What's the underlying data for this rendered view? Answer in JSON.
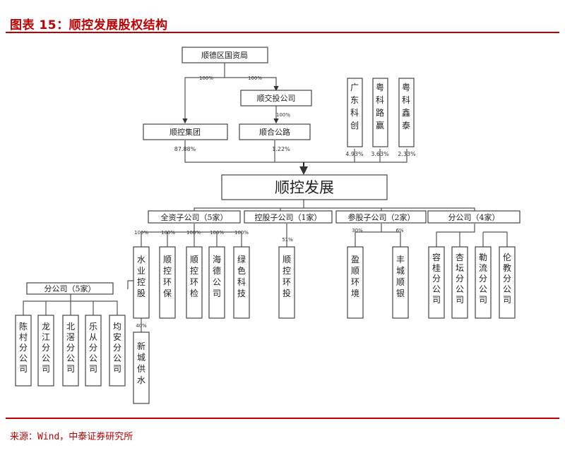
{
  "header": {
    "title": "图表 15：顺控发展股权结构"
  },
  "footer": {
    "source": "来源：Wind，中泰证券研究所"
  },
  "colors": {
    "accent": "#c00000"
  },
  "nodes": {
    "sdgz": "顺德区国资局",
    "sjtgs": "顺交投公司",
    "skjt": "顺控集团",
    "shgl": "顺合公路",
    "gdkc": "广东科创",
    "ykly": "粤科路赢",
    "ykxt": "粤科鑫泰",
    "skfz": "顺控发展",
    "qzgs": "全资子公司（5家）",
    "kgzgs": "控股子公司（1家）",
    "cgzgs": "参股子公司（2家）",
    "fgs4": "分公司（4家）",
    "sykg": "水业控股",
    "skhb": "顺控环保",
    "skhj": "顺控环检",
    "hdgs": "海德公司",
    "lskj": "绿色科技",
    "skht": "顺控环投",
    "ysxj": "盈顺环境",
    "fcsy": "丰城顺银",
    "rgfgs": "容桂分公司",
    "xtfgs": "杏坛分公司",
    "llfgs": "勒流分公司",
    "ljfgs": "伦教分公司",
    "fgs5": "分公司（5家）",
    "ccfgs": "陈村分公司",
    "ljfgs2": "龙江分公司",
    "bjfgs": "北滘分公司",
    "lcfgs": "乐从分公司",
    "jafgs": "均安分公司",
    "xcgs": "新城供水"
  },
  "percent": {
    "sd_skjt": "100%",
    "sd_sjt": "100%",
    "sjt_shgl": "100%",
    "skjt": "87.88%",
    "shgl": "1.22%",
    "gdkc": "4.93%",
    "ykly": "3.63%",
    "ykxt": "2.33%",
    "wh1": "100%",
    "wh2": "100%",
    "wh3": "100%",
    "wh4": "100%",
    "wh5": "100%",
    "kg": "51%",
    "cg1": "30%",
    "cg2": "6%",
    "xcgs": "40%"
  }
}
